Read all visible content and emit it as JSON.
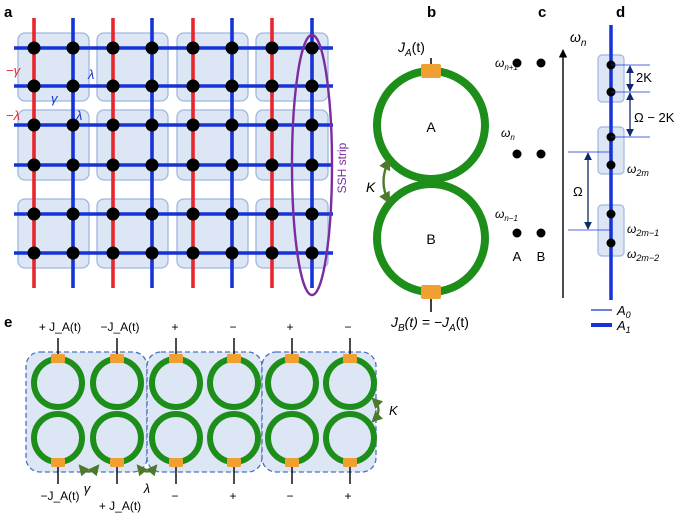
{
  "panels": {
    "a": "a",
    "b": "b",
    "c": "c",
    "d": "d",
    "e": "e"
  },
  "panel_a": {
    "label_minus_gamma": "−γ",
    "label_minus_lambda": "−λ",
    "label_gamma": "γ",
    "label_lambda_1": "λ",
    "label_lambda_2": "λ",
    "ssh_strip": "SSH strip"
  },
  "panel_b": {
    "ja_label": "J",
    "ja_sub": "A",
    "ja_arg": "(t)",
    "ring_a": "A",
    "ring_b": "B",
    "coupling": "K",
    "jb_label": "J",
    "jb_sub": "B",
    "jb_mid": "(t) = −J",
    "jb_sub2": "A",
    "jb_arg": "(t)"
  },
  "panel_c": {
    "axis": "ω",
    "axis_sub": "n",
    "level_top": "ω",
    "level_top_sub": "n+1",
    "level_mid": "ω",
    "level_mid_sub": "n",
    "level_bot": "ω",
    "level_bot_sub": "n−1",
    "col_a": "A",
    "col_b": "B"
  },
  "panel_d": {
    "gap_2k": "2K",
    "gap_omega_2k": "Ω − 2K",
    "gap_omega": "Ω",
    "w2m": "ω",
    "w2m_sub": "2m",
    "w2m1": "ω",
    "w2m1_sub": "2m−1",
    "w2m2": "ω",
    "w2m2_sub": "2m−2",
    "legend_a0": "A",
    "legend_a0_sub": "0",
    "legend_a1": "A",
    "legend_a1_sub": "1"
  },
  "panel_e": {
    "top_labels": [
      "+ J_A(t)",
      "−J_A(t)",
      "+",
      "−",
      "+",
      "−"
    ],
    "bottom_labels": [
      "−J_A(t)",
      "+ J_A(t)",
      "−",
      "+",
      "−",
      "+"
    ],
    "gamma": "γ",
    "lambda": "λ",
    "coupling": "K"
  },
  "colors": {
    "red": "#e8262b",
    "blue": "#1533d6",
    "green": "#1e8e1a",
    "orange": "#f0a030",
    "cell": "#dde6f4",
    "cell_border": "#9fb7e0",
    "purple": "#7a2da0",
    "coupling_arrow": "#4d7a2a"
  }
}
